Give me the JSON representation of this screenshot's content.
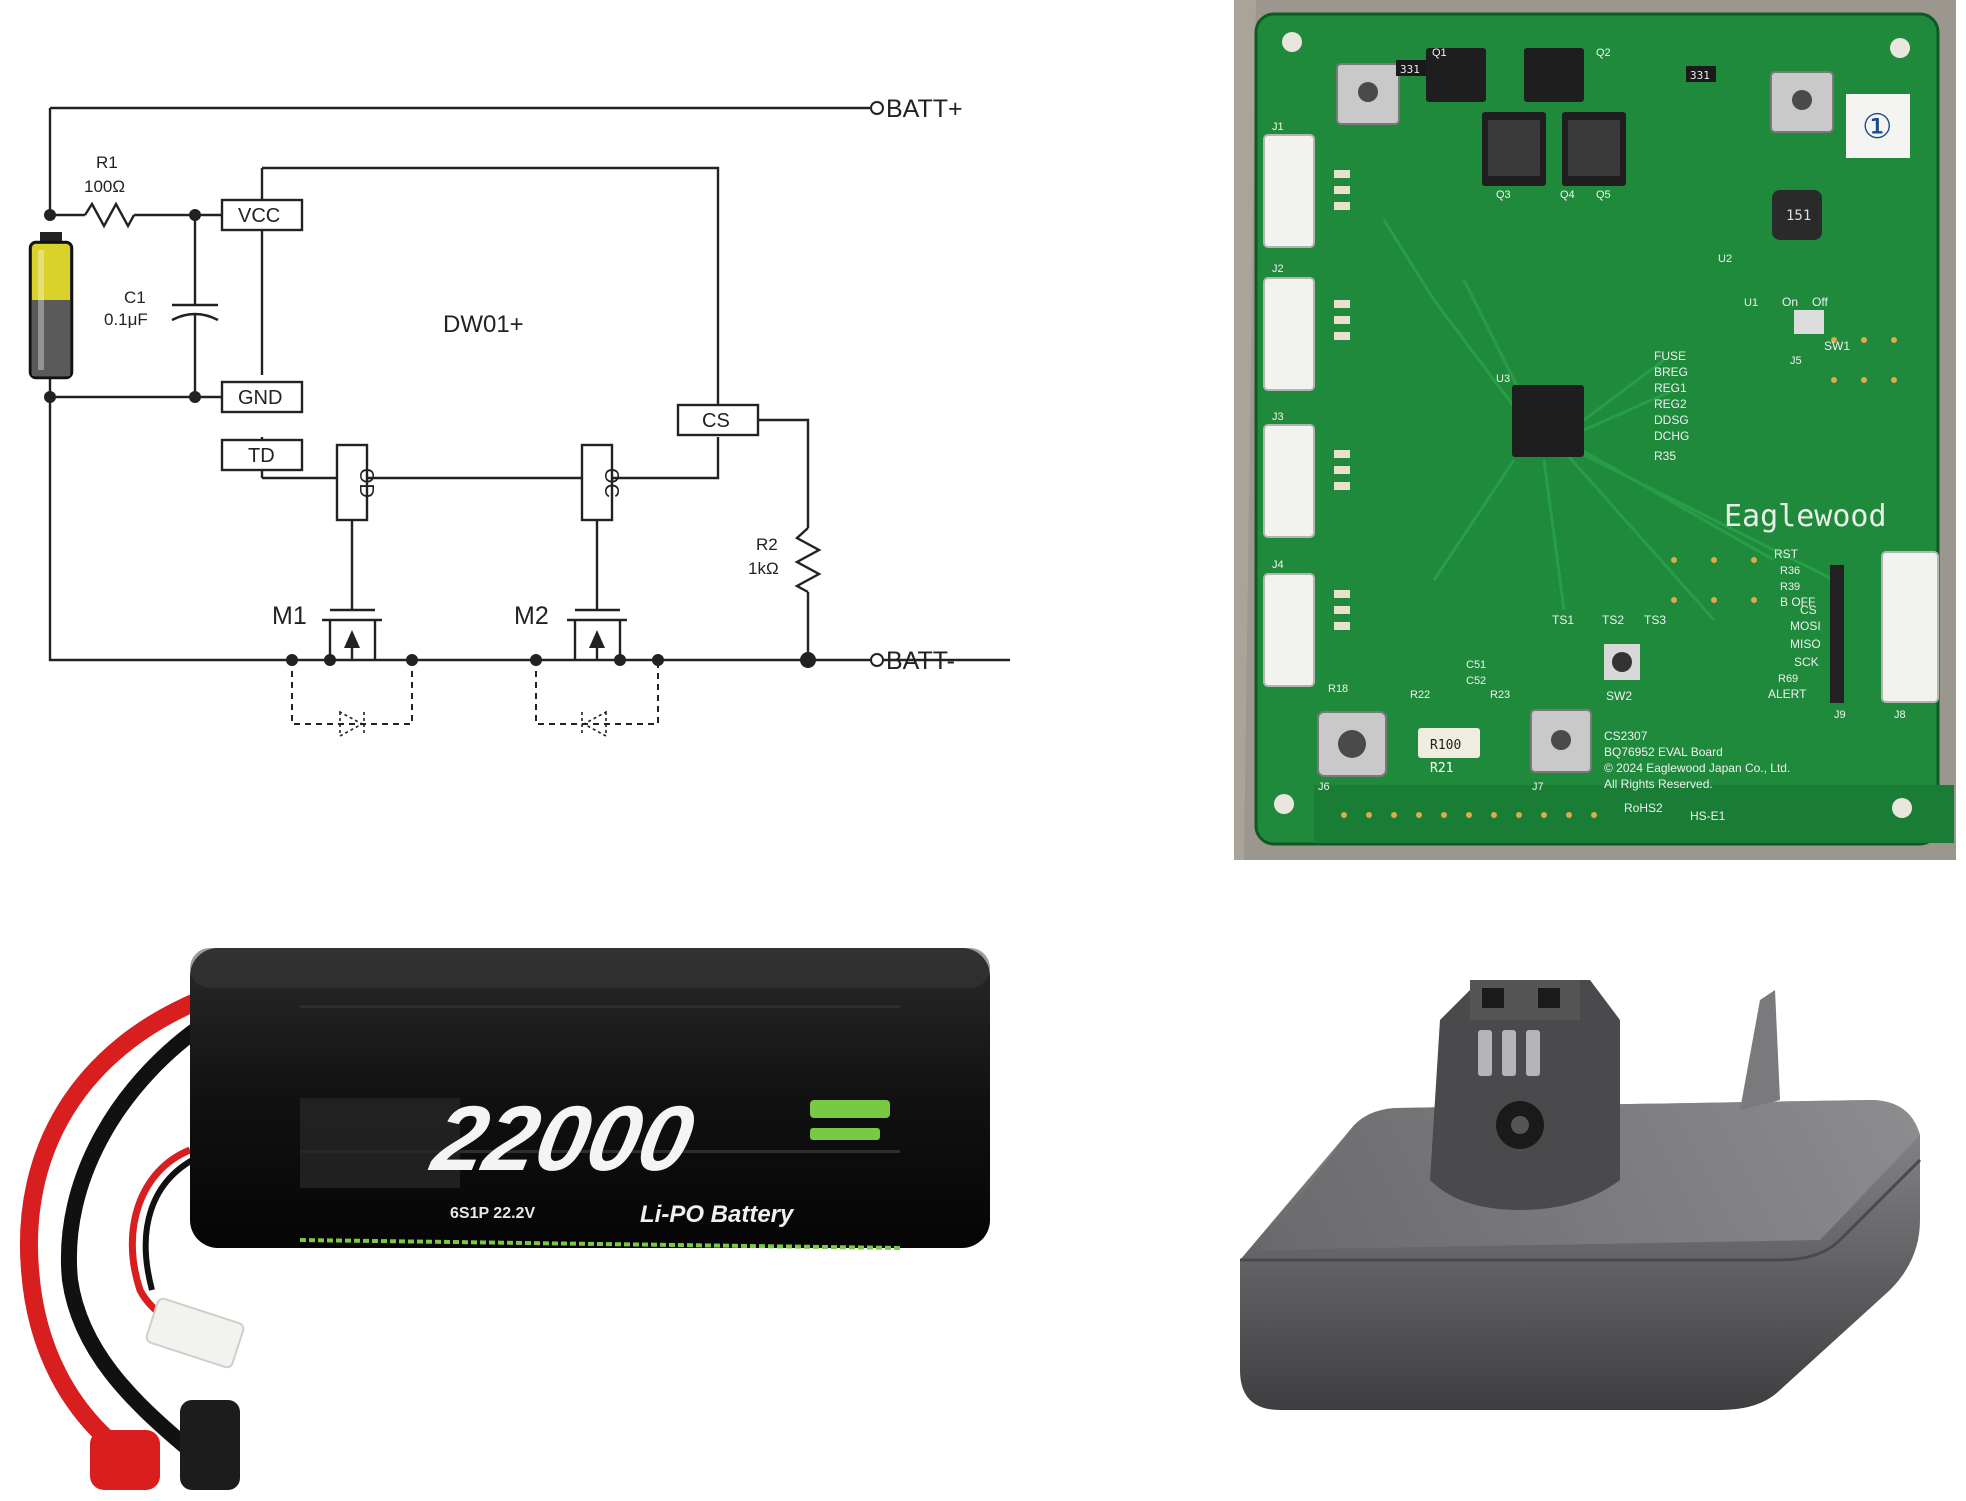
{
  "schematic": {
    "nodes": {
      "batt_plus": "BATT+",
      "batt_minus": "BATT-"
    },
    "ic": {
      "name": "DW01+",
      "pins": {
        "vcc": "VCC",
        "gnd": "GND",
        "cs": "CS",
        "td": "TD",
        "od": "OD",
        "oc": "OC"
      }
    },
    "components": {
      "r1_ref": "R1",
      "r1_val": "100Ω",
      "c1_ref": "C1",
      "c1_val": "0.1μF",
      "r2_ref": "R2",
      "r2_val": "1kΩ",
      "m1": "M1",
      "m2": "M2"
    }
  },
  "pcb": {
    "brand": "Eaglewood",
    "circled_number": "①",
    "footer": [
      "CS2307",
      "BQ76952 EVAL Board",
      "© 2024 Eaglewood Japan Co., Ltd.",
      "All Rights Reserved."
    ],
    "rohs": "RoHS2",
    "ul_mark": "HS-E1",
    "connectors": [
      "J1",
      "J2",
      "J3",
      "J4",
      "J5",
      "J6",
      "J7",
      "J8",
      "J9"
    ],
    "header_labels": [
      "RST",
      "B OFF",
      "CS",
      "MOSI",
      "MISO",
      "SCK",
      "ALERT"
    ],
    "signal_labels": [
      "FUSE",
      "BREG",
      "REG1",
      "REG2",
      "DDSG",
      "DCHG",
      "R35"
    ],
    "test_points": [
      "TS1",
      "TS2",
      "TS3"
    ],
    "switch_labels": [
      "SW1",
      "SW2",
      "On",
      "Off"
    ],
    "shunt": "R100",
    "shunt_ref": "R21",
    "inductor": "151",
    "resistor_codes": [
      "331",
      "331"
    ],
    "misc_refs": [
      "Q1",
      "Q2",
      "Q3",
      "Q4",
      "Q5",
      "U1",
      "U2",
      "U3",
      "R22",
      "R23",
      "C51",
      "C52",
      "R18",
      "R36",
      "R39",
      "R69"
    ]
  },
  "lipo": {
    "capacity": "22000",
    "spec": "6S1P 22.2V",
    "type": "Li-PO Battery"
  },
  "colors": {
    "pcb_green": "#1f8a3c",
    "pcb_dark": "#146b2c",
    "lipo_body": "#141414",
    "lipo_accent": "#7ac943",
    "wire_red": "#d81e1e",
    "dyson_gray": "#6e6e70"
  }
}
